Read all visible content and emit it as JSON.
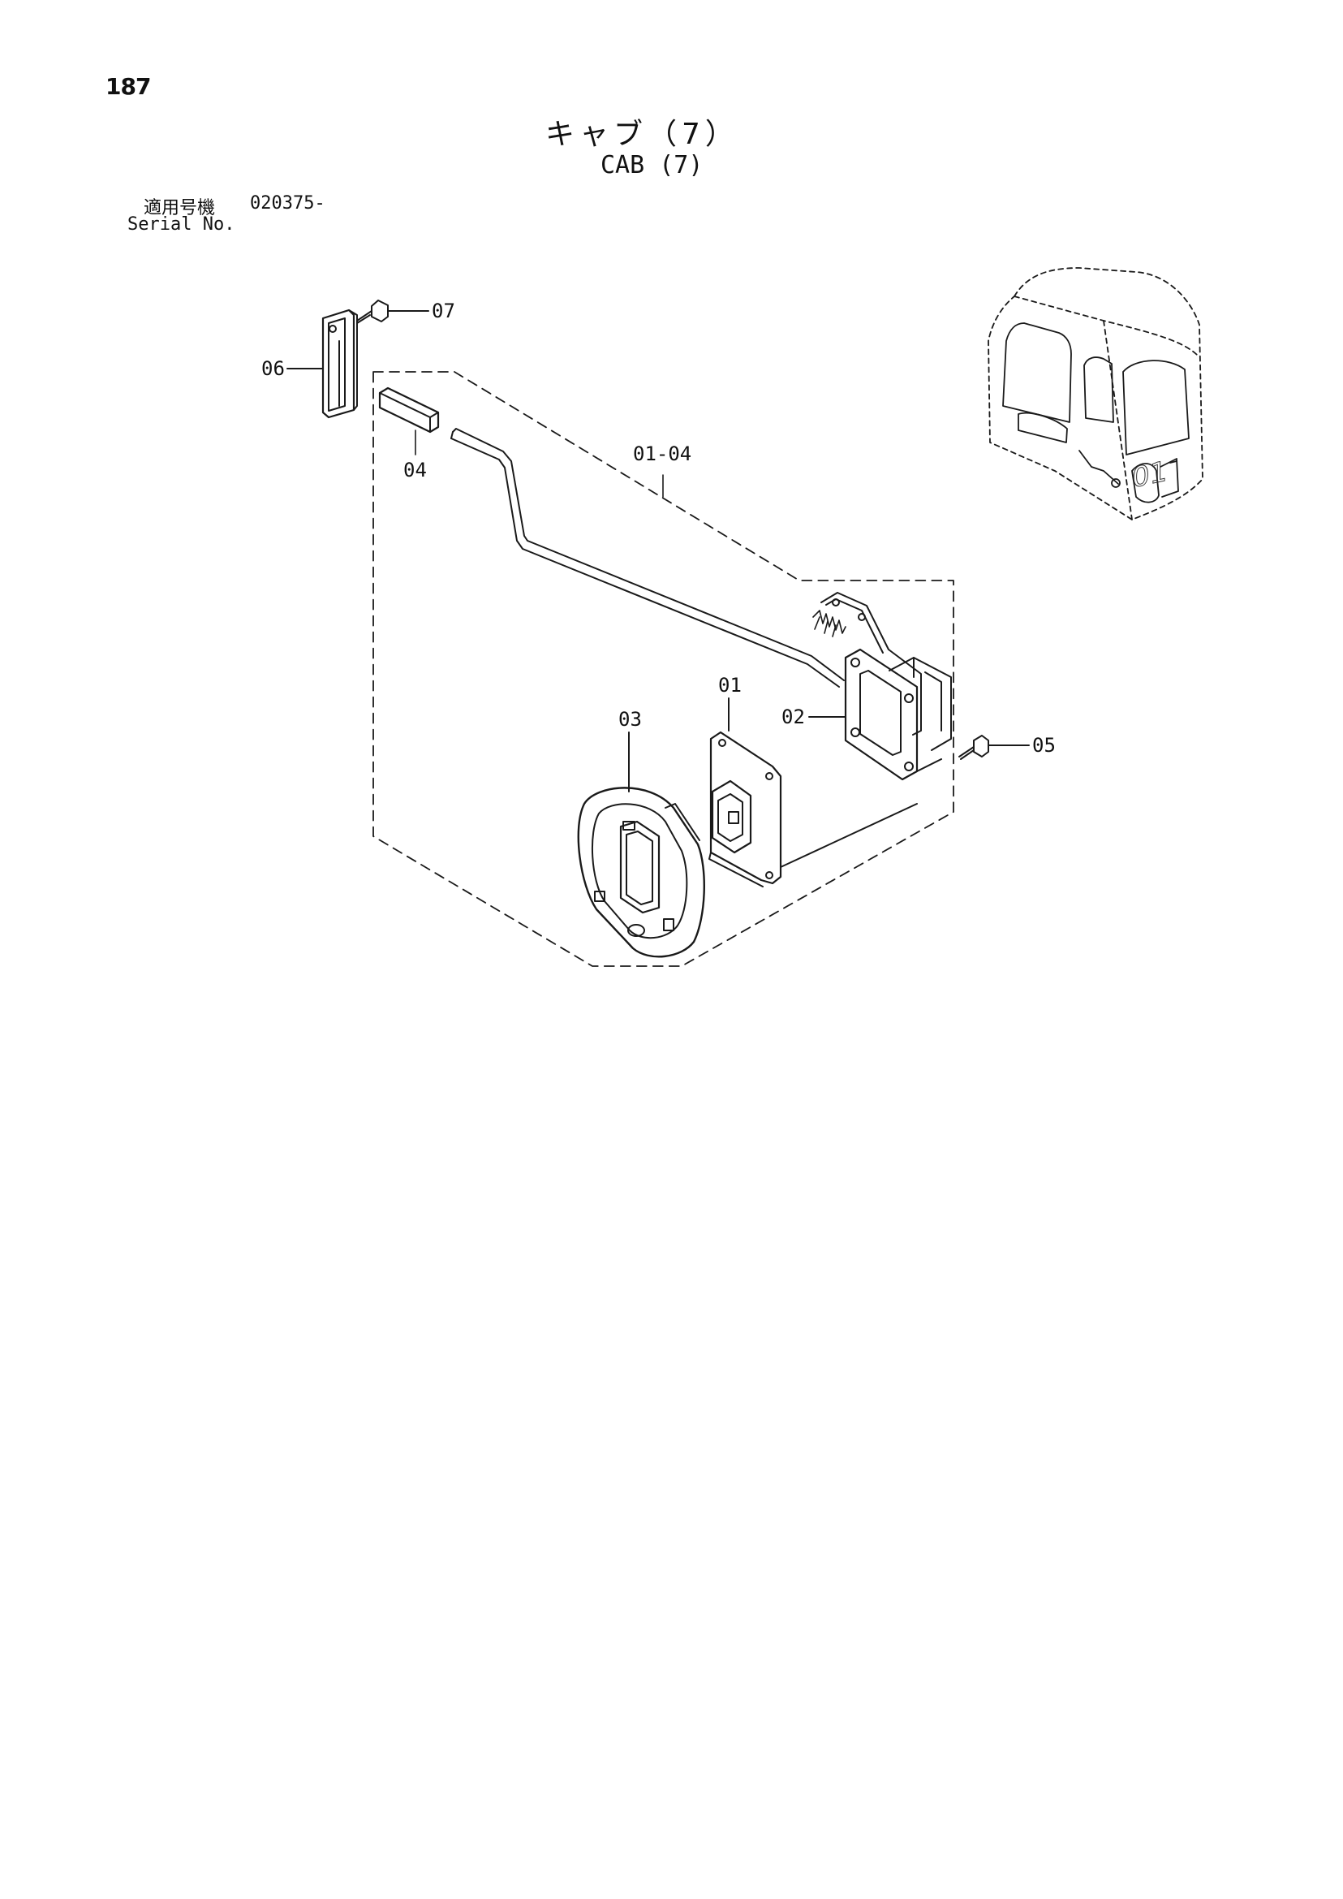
{
  "page": {
    "number": "187",
    "title_jp": "キャブ（7）",
    "title_en": "CAB (7)"
  },
  "serial": {
    "label_jp": "適用号機",
    "value": "020375-",
    "label_en": "Serial No."
  },
  "parts": {
    "p01": "01",
    "p02": "02",
    "p03": "03",
    "p04": "04",
    "p05": "05",
    "p06": "06",
    "p07": "07",
    "assembly": "01-04"
  },
  "cab_marker": "01",
  "colors": {
    "line": "#1a1a1a",
    "background": "#ffffff"
  }
}
